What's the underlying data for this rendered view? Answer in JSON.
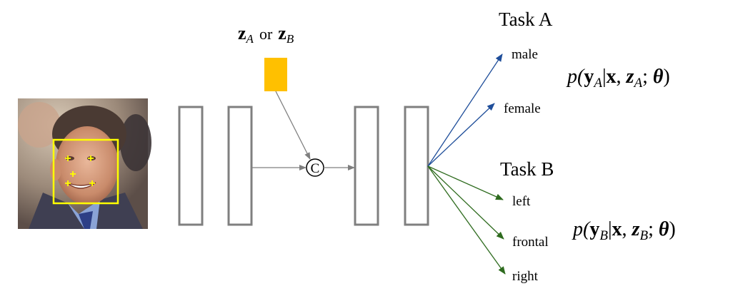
{
  "input": {
    "icon": "face-photo-icon",
    "landmark_glyph": "+"
  },
  "condition": {
    "label_a": "z",
    "label_a_sub": "A",
    "connector": "or",
    "label_b": "z",
    "label_b_sub": "B",
    "color": "#FFC000"
  },
  "concat": {
    "symbol": "C"
  },
  "task_a": {
    "title": "Task A",
    "outputs": [
      "male",
      "female"
    ],
    "formula": {
      "p": "p(",
      "y": "y",
      "y_sub": "A",
      "bar": "|",
      "x": "x",
      "comma": ", ",
      "z": "z",
      "z_sub": "A",
      "semi": "; ",
      "theta": "θ",
      "close": ")"
    },
    "color": "#1F4E9A"
  },
  "task_b": {
    "title": "Task B",
    "outputs": [
      "left",
      "frontal",
      "right"
    ],
    "formula": {
      "p": "p(",
      "y": "y",
      "y_sub": "B",
      "bar": "|",
      "x": "x",
      "comma": ", ",
      "z": "z",
      "z_sub": "B",
      "semi": "; ",
      "theta": "θ",
      "close": ")"
    },
    "color": "#2E6B1E"
  },
  "colors": {
    "layer_stroke": "#7F7F7F",
    "arrow_gray": "#7F7F7F",
    "face_box": "#FFFF00"
  }
}
